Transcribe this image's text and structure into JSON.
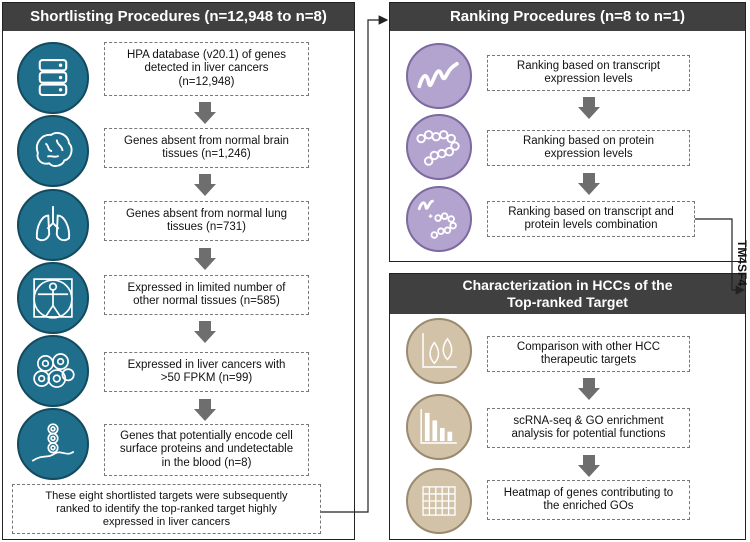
{
  "left_panel": {
    "title": "Shortlisting Procedures (n=12,948 to n=8)",
    "steps": [
      {
        "icon": "database-icon",
        "text": "HPA database (v20.1) of genes\ndetected in liver cancers\n(n=12,948)"
      },
      {
        "icon": "brain-icon",
        "text": "Genes absent from normal brain\ntissues (n=1,246)"
      },
      {
        "icon": "lungs-icon",
        "text": "Genes absent from normal lung\ntissues (n=731)"
      },
      {
        "icon": "vitruvian-body-icon",
        "text": "Expressed in limited number of\nother normal tissues (n=585)"
      },
      {
        "icon": "liver-cells-icon",
        "text": "Expressed in liver cancers with\n>50 FPKM (n=99)"
      },
      {
        "icon": "blood-vessel-cells-icon",
        "text": "Genes that potentially encode cell\nsurface proteins and undetectable\nin the blood (n=8)"
      }
    ],
    "footer": "These eight shortlisted targets were subsequently\nranked to identify the top-ranked target highly\nexpressed in liver cancers"
  },
  "ranking_panel": {
    "title": "Ranking Procedures (n=8 to n=1)",
    "steps": [
      {
        "icon": "transcript-wave-icon",
        "text": "Ranking based on transcript\nexpression levels"
      },
      {
        "icon": "protein-chain-icon",
        "text": "Ranking based on protein\nexpression levels"
      },
      {
        "icon": "transcript-protein-combination-icon",
        "text": "Ranking based on transcript and\nprotein levels combination"
      }
    ]
  },
  "top_target_label": "TM4SF4",
  "characterization_panel": {
    "title": "Characterization in HCCs of the\nTop-ranked Target",
    "steps": [
      {
        "icon": "violin-plot-icon",
        "text": "Comparison with other HCC\ntherapeutic targets"
      },
      {
        "icon": "bar-chart-icon",
        "text": "scRNA-seq & GO enrichment\nanalysis for potential functions"
      },
      {
        "icon": "heatmap-grid-icon",
        "text": "Heatmap of genes contributing to\nthe enriched GOs"
      }
    ]
  },
  "colors": {
    "header_bg": "#404040",
    "teal_icon": "#1f6f8c",
    "purple_icon": "#b3a3cf",
    "tan_icon": "#d2c2a8",
    "arrow_gray": "#6e6e6e"
  }
}
